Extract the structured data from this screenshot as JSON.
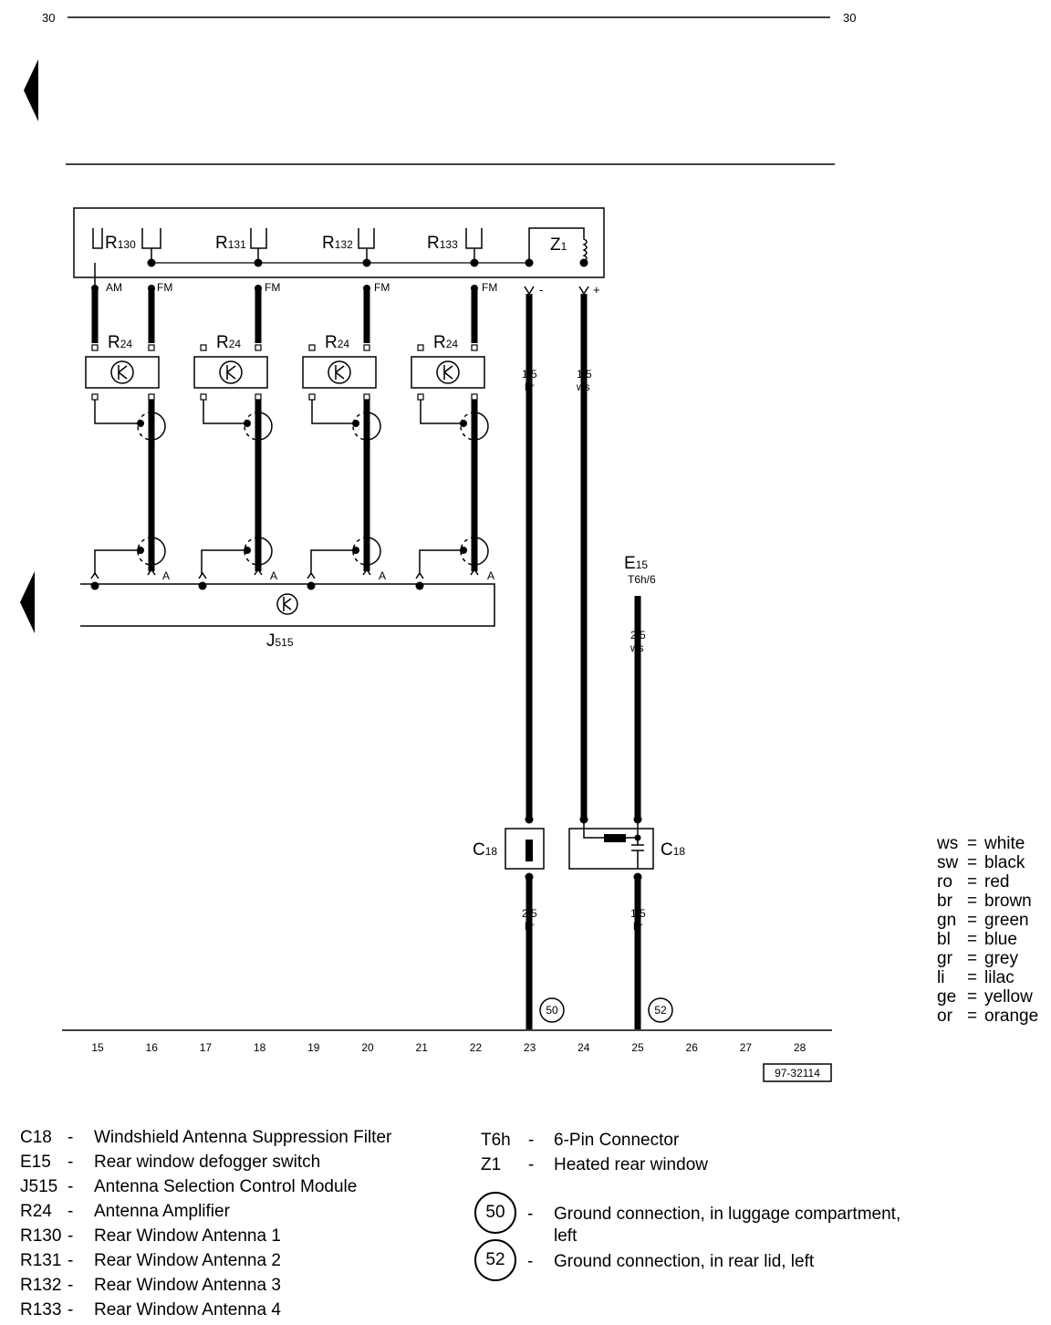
{
  "page": {
    "number_left": "30",
    "number_right": "30",
    "figure_id": "97-32114"
  },
  "components": {
    "r130": {
      "base": "R",
      "sub": "130"
    },
    "r131": {
      "base": "R",
      "sub": "131"
    },
    "r132": {
      "base": "R",
      "sub": "132"
    },
    "r133": {
      "base": "R",
      "sub": "133"
    },
    "z1": {
      "base": "Z",
      "sub": "1"
    },
    "r24": {
      "base": "R",
      "sub": "24"
    },
    "j515": {
      "base": "J",
      "sub": "515"
    },
    "e15": {
      "base": "E",
      "sub": "15"
    },
    "e15_connector": "T6h/6",
    "c18": {
      "base": "C",
      "sub": "18"
    }
  },
  "pins": {
    "am": "AM",
    "fm": "FM",
    "a": "A",
    "minus": "-",
    "plus": "+"
  },
  "wires": {
    "br_15": {
      "size": "1,5",
      "color": "br"
    },
    "ws_15": {
      "size": "1,5",
      "color": "ws"
    },
    "ws_25": {
      "size": "2,5",
      "color": "ws"
    },
    "br_25": {
      "size": "2,5",
      "color": "br"
    },
    "br_15b": {
      "size": "1,5",
      "color": "br"
    }
  },
  "grounds": [
    "50",
    "52"
  ],
  "track_numbers": [
    "15",
    "16",
    "17",
    "18",
    "19",
    "20",
    "21",
    "22",
    "23",
    "24",
    "25",
    "26",
    "27",
    "28"
  ],
  "color_codes": [
    {
      "code": "ws",
      "eq": "=",
      "name": "white"
    },
    {
      "code": "sw",
      "eq": "=",
      "name": "black"
    },
    {
      "code": "ro",
      "eq": "=",
      "name": "red"
    },
    {
      "code": "br",
      "eq": "=",
      "name": "brown"
    },
    {
      "code": "gn",
      "eq": "=",
      "name": "green"
    },
    {
      "code": "bl",
      "eq": "=",
      "name": "blue"
    },
    {
      "code": "gr",
      "eq": "=",
      "name": "grey"
    },
    {
      "code": "li",
      "eq": "=",
      "name": "lilac"
    },
    {
      "code": "ge",
      "eq": "=",
      "name": "yellow"
    },
    {
      "code": "or",
      "eq": "=",
      "name": "orange"
    }
  ],
  "legend_left": [
    {
      "code": "C18",
      "dash": "-",
      "desc": "Windshield Antenna Suppression Filter"
    },
    {
      "code": "E15",
      "dash": "-",
      "desc": "Rear window defogger switch"
    },
    {
      "code": "J515",
      "dash": "-",
      "desc": "Antenna Selection Control Module"
    },
    {
      "code": "R24",
      "dash": "-",
      "desc": "Antenna Amplifier"
    },
    {
      "code": "R130",
      "dash": "-",
      "desc": "Rear Window Antenna 1"
    },
    {
      "code": "R131",
      "dash": "-",
      "desc": "Rear Window Antenna 2"
    },
    {
      "code": "R132",
      "dash": "-",
      "desc": "Rear Window Antenna 3"
    },
    {
      "code": "R133",
      "dash": "-",
      "desc": "Rear Window Antenna 4"
    }
  ],
  "legend_right": [
    {
      "code": "T6h",
      "dash": "-",
      "desc": "6-Pin Connector"
    },
    {
      "code": "Z1",
      "dash": "-",
      "desc": "Heated rear window"
    }
  ],
  "legend_grounds": [
    {
      "code": "50",
      "dash": "-",
      "desc": "Ground connection, in luggage compartment,",
      "desc2": "left"
    },
    {
      "code": "52",
      "dash": "-",
      "desc": "Ground connection, in rear lid, left",
      "desc2": ""
    }
  ]
}
